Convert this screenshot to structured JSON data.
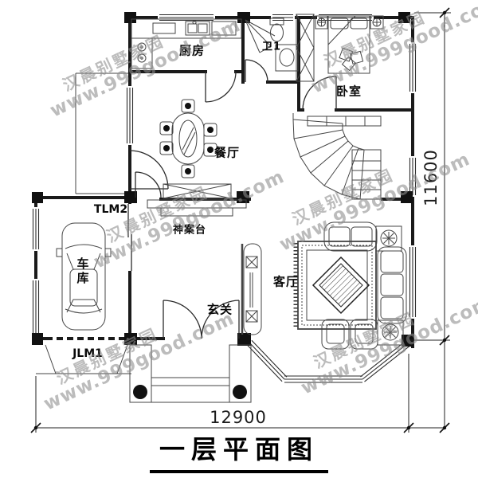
{
  "plan": {
    "title": "一层平面图",
    "rooms": {
      "kitchen": "厨房",
      "bath1": "卫1",
      "bedroom": "卧室",
      "dining": "餐厅",
      "garage": "车库",
      "altar_table": "神案台",
      "living": "客厅",
      "foyer": "玄关"
    },
    "door_labels": {
      "garage_inner_door": "TLM2",
      "garage_roller_door": "JLM1"
    },
    "dimensions": {
      "overall_width_mm": "12900",
      "overall_height_mm": "11600"
    }
  },
  "watermark": {
    "brand": "汉晨别墅家园",
    "url": "www.999good.com"
  },
  "colors": {
    "line": "#1a1a1a",
    "watermark": "#8d8d8d",
    "background": "#ffffff"
  }
}
